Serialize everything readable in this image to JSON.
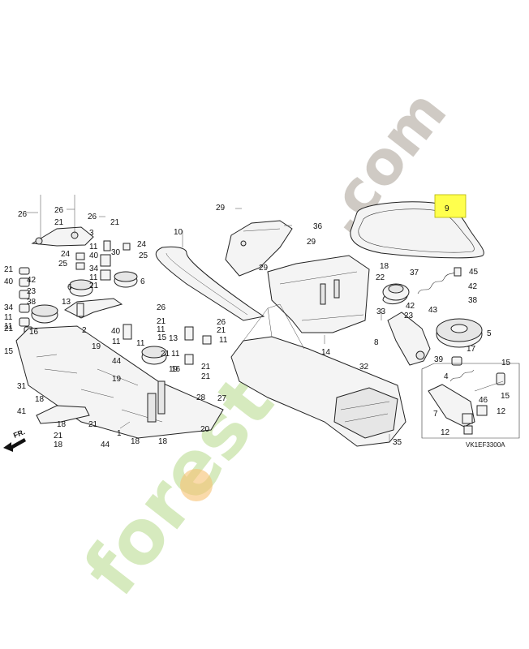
{
  "diagram": {
    "code": "VK1EF3300A",
    "direction_label": "FR.",
    "highlight_color": "#ffff4d",
    "highlighted_part": "9",
    "watermark": "forestsdin.com",
    "labels": [
      "26",
      "26",
      "26",
      "21",
      "21",
      "3",
      "11",
      "24",
      "24",
      "25",
      "25",
      "30",
      "40",
      "34",
      "21",
      "21",
      "42",
      "23",
      "38",
      "13",
      "6",
      "11",
      "34",
      "40",
      "11",
      "11",
      "6",
      "21",
      "16",
      "2",
      "15",
      "19",
      "44",
      "19",
      "11",
      "13",
      "16",
      "26",
      "21",
      "11",
      "40",
      "11",
      "15",
      "21",
      "11",
      "19",
      "21",
      "21",
      "26",
      "21",
      "11",
      "29",
      "36",
      "10",
      "29",
      "29",
      "18",
      "22",
      "37",
      "45",
      "42",
      "33",
      "42",
      "43",
      "23",
      "5",
      "38",
      "17",
      "39",
      "8",
      "14",
      "32",
      "27",
      "28",
      "20",
      "35",
      "31",
      "18",
      "41",
      "18",
      "21",
      "44",
      "1",
      "18",
      "21",
      "18",
      "18",
      "4",
      "46",
      "7",
      "12",
      "12",
      "15",
      "15",
      "9"
    ]
  }
}
